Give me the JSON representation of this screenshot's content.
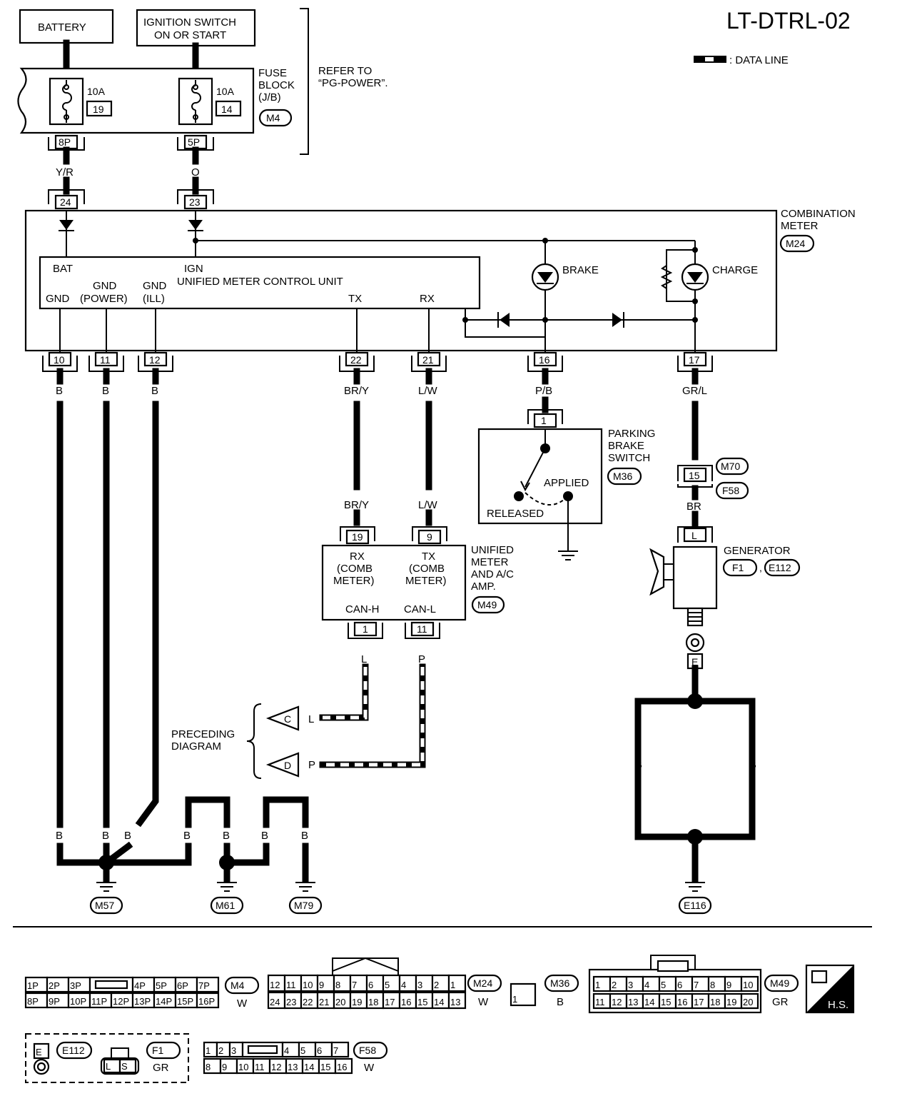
{
  "diagram": {
    "title": "LT-DTRL-02",
    "legend": ": DATA LINE",
    "boxes": {
      "battery": "BATTERY",
      "ignition": [
        "IGNITION SWITCH",
        "ON OR START"
      ],
      "fuse_block": [
        "FUSE",
        "BLOCK",
        "(J/B)"
      ],
      "fuse_block_conn": "M4",
      "refer": [
        "REFER TO",
        "“PG-POWER”."
      ],
      "combination_meter": [
        "COMBINATION",
        "METER"
      ],
      "combination_meter_conn": "M24",
      "umcu": "UNIFIED METER CONTROL UNIT",
      "parking": [
        "PARKING",
        "BRAKE",
        "SWITCH"
      ],
      "parking_conn": "M36",
      "unified_ac": [
        "UNIFIED",
        "METER",
        "AND A/C",
        "AMP."
      ],
      "unified_ac_conn": "M49",
      "generator": "GENERATOR",
      "generator_conns": [
        "F1",
        "E112"
      ],
      "preceding": [
        "PRECEDING",
        "DIAGRAM"
      ]
    },
    "fuses": [
      {
        "amp": "10A",
        "no": "19",
        "conn": "8P"
      },
      {
        "amp": "10A",
        "no": "14",
        "conn": "5P"
      }
    ],
    "pins": {
      "bat": "BAT",
      "ign": "IGN",
      "gnd": "GND",
      "gnd_power": [
        "GND",
        "(POWER)"
      ],
      "gnd_ill": [
        "GND",
        "(ILL)"
      ],
      "tx": "TX",
      "rx": "RX",
      "brake": "BRAKE",
      "charge": "CHARGE",
      "applied": "APPLIED",
      "released": "RELEASED",
      "rx_comb": [
        "RX",
        "(COMB",
        "METER)"
      ],
      "tx_comb": [
        "TX",
        "(COMB",
        "METER)"
      ],
      "can_h": "CAN-H",
      "can_l": "CAN-L"
    },
    "terminals": {
      "t24": "24",
      "t23": "23",
      "t10": "10",
      "t11": "11",
      "t12": "12",
      "t22": "22",
      "t21": "21",
      "t16": "16",
      "t17": "17",
      "ps1": "1",
      "t19": "19",
      "t9": "9",
      "c1": "1",
      "c11": "11",
      "t15": "15",
      "tL": "L",
      "tE": "E"
    },
    "wires": {
      "yr": "Y/R",
      "o": "O",
      "b": "B",
      "bry": "BR/Y",
      "lw": "L/W",
      "pb": "P/B",
      "grl": "GR/L",
      "br": "BR",
      "l": "L",
      "p": "P"
    },
    "arrows": {
      "c": "C",
      "d": "D"
    },
    "conn_labels": {
      "m70": "M70",
      "f58": "F58"
    },
    "grounds": [
      "M57",
      "M61",
      "M79",
      "E116"
    ]
  },
  "connectors": {
    "m4": {
      "top": [
        "1P",
        "2P",
        "3P",
        "4P",
        "5P",
        "6P",
        "7P"
      ],
      "bottom": [
        "8P",
        "9P",
        "10P",
        "11P",
        "12P",
        "13P",
        "14P",
        "15P",
        "16P"
      ],
      "id": "M4",
      "color": "W"
    },
    "m24": {
      "top": [
        "12",
        "11",
        "10",
        "9",
        "8",
        "7",
        "6",
        "5",
        "4",
        "3",
        "2",
        "1"
      ],
      "bottom": [
        "24",
        "23",
        "22",
        "21",
        "20",
        "19",
        "18",
        "17",
        "16",
        "15",
        "14",
        "13"
      ],
      "id": "M24",
      "color": "W"
    },
    "m36": {
      "pin": "1",
      "id": "M36",
      "color": "B"
    },
    "m49": {
      "top": [
        "1",
        "2",
        "3",
        "4",
        "5",
        "6",
        "7",
        "8",
        "9",
        "10"
      ],
      "bottom": [
        "11",
        "12",
        "13",
        "14",
        "15",
        "16",
        "17",
        "18",
        "19",
        "20"
      ],
      "id": "M49",
      "color": "GR"
    },
    "e112": {
      "pin": "E",
      "id": "E112"
    },
    "f1": {
      "pins": [
        "L",
        "S"
      ],
      "id": "F1",
      "color": "GR"
    },
    "f58": {
      "top": [
        "1",
        "2",
        "3",
        "4",
        "5",
        "6",
        "7"
      ],
      "bottom": [
        "8",
        "9",
        "10",
        "11",
        "12",
        "13",
        "14",
        "15",
        "16"
      ],
      "id": "F58",
      "color": "W"
    },
    "hs": "H.S."
  }
}
